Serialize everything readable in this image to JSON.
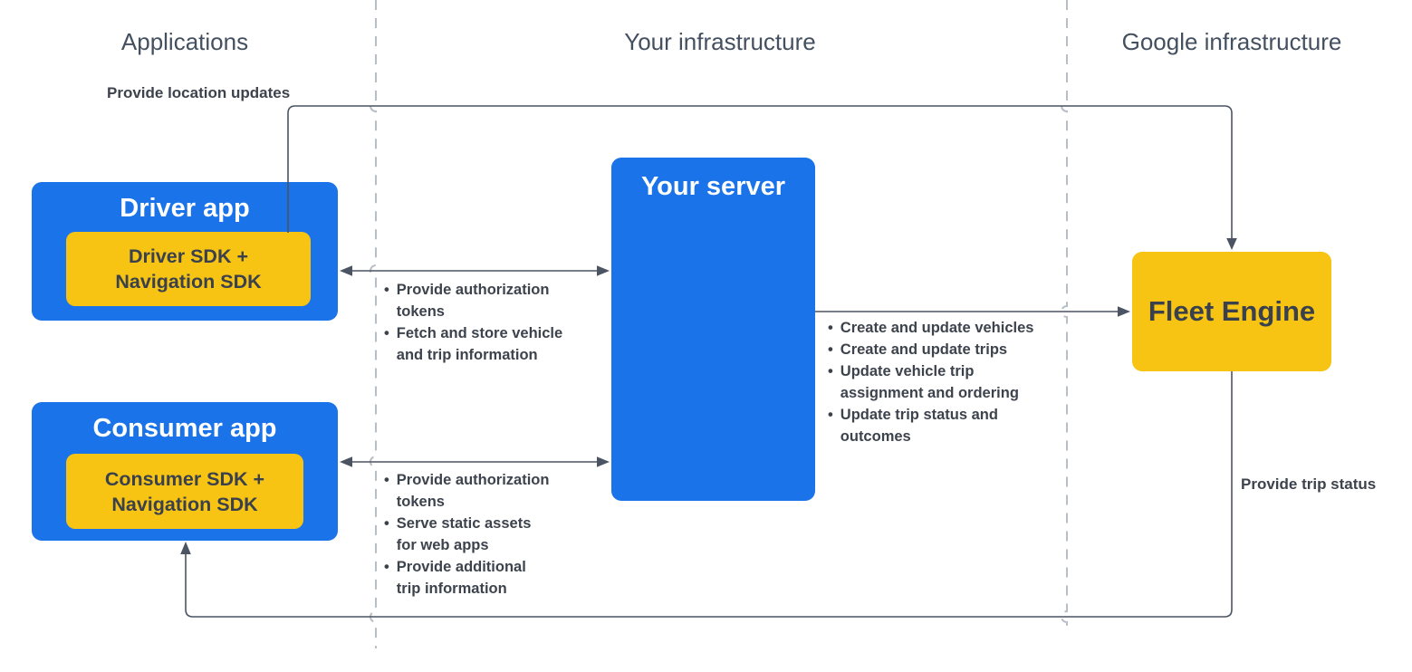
{
  "ui": {
    "bullet": "•"
  },
  "colors": {
    "blue": "#1A73E8",
    "yellow": "#F7C413",
    "line": "#4B5462",
    "divider": "#B8BEC6",
    "heading": "#44505F",
    "text-dark": "#3A414C",
    "text-bullet": "#3D434D"
  },
  "columns": {
    "applications": "Applications",
    "your_infrastructure": "Your infrastructure",
    "google_infrastructure": "Google infrastructure"
  },
  "nodes": {
    "driver_app": {
      "title": "Driver app",
      "sdk_line1": "Driver SDK +",
      "sdk_line2": "Navigation SDK"
    },
    "consumer_app": {
      "title": "Consumer app",
      "sdk_line1": "Consumer SDK +",
      "sdk_line2": "Navigation SDK"
    },
    "your_server": {
      "title": "Your server"
    },
    "fleet_engine": {
      "title": "Fleet Engine"
    }
  },
  "edges": {
    "driver_to_fleet": {
      "label": "Provide location updates"
    },
    "fleet_to_consumer": {
      "label": "Provide trip status"
    },
    "driver_server": {
      "bullets": [
        {
          "lines": [
            "Provide authorization",
            "tokens"
          ]
        },
        {
          "lines": [
            "Fetch and store vehicle",
            "and trip information"
          ]
        }
      ]
    },
    "server_fleet": {
      "bullets": [
        {
          "lines": [
            "Create and update vehicles"
          ]
        },
        {
          "lines": [
            "Create and update trips"
          ]
        },
        {
          "lines": [
            "Update vehicle trip",
            "assignment and ordering"
          ]
        },
        {
          "lines": [
            "Update trip status and",
            "outcomes"
          ]
        }
      ]
    },
    "consumer_server": {
      "bullets": [
        {
          "lines": [
            "Provide authorization",
            "tokens"
          ]
        },
        {
          "lines": [
            "Serve static assets",
            "for web apps"
          ]
        },
        {
          "lines": [
            "Provide additional",
            "trip information"
          ]
        }
      ]
    }
  }
}
